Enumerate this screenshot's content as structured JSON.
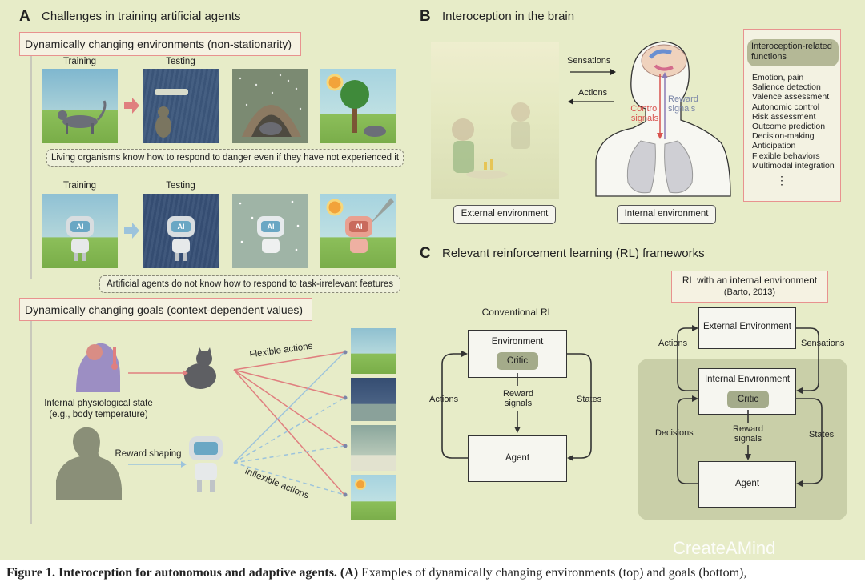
{
  "colors": {
    "panel_bg": "#e7ecc8",
    "pink": "#e8928f",
    "blue_arrow": "#9cc3dc",
    "red_arrow": "#e07f7f",
    "critic": "#a4ab8a",
    "rl_shade": "#c9cfa8"
  },
  "panel_a": {
    "letter": "A",
    "title": "Challenges in training artificial agents",
    "env_heading": "Dynamically changing environments (non-stationarity)",
    "training_label": "Training",
    "testing_label": "Testing",
    "note_organisms": "Living organisms know how to respond to danger even if they have not experienced it",
    "note_agents": "Artificial agents do not know how to respond to task-irrelevant features",
    "goals_heading": "Dynamically changing goals (context-dependent values)",
    "internal_state": "Internal physiological state",
    "internal_state_eg": "(e.g., body temperature)",
    "reward_shaping": "Reward shaping",
    "flexible": "Flexible actions",
    "inflexible": "Inflexible actions",
    "ai_badge": "AI"
  },
  "panel_b": {
    "letter": "B",
    "title": "Interoception in the brain",
    "sensations": "Sensations",
    "actions": "Actions",
    "control_signals": "Control signals",
    "reward_signals": "Reward signals",
    "external_env": "External environment",
    "internal_env": "Internal environment",
    "functions_heading": "Interoception-related functions",
    "functions": [
      "Emotion, pain",
      "Salience detection",
      "Valence assessment",
      "Autonomic control",
      "Risk assessment",
      "Outcome prediction",
      "Decision-making",
      "Anticipation",
      "Flexible behaviors",
      "Multimodal integration"
    ],
    "ellipsis": "⋮"
  },
  "panel_c": {
    "letter": "C",
    "title": "Relevant reinforcement learning (RL) frameworks",
    "conventional": {
      "title": "Conventional RL",
      "environment": "Environment",
      "critic": "Critic",
      "reward": "Reward signals",
      "agent": "Agent",
      "actions": "Actions",
      "states": "States"
    },
    "internal": {
      "title": "RL with an internal environment",
      "cite": "(Barto, 2013)",
      "external_env": "External Environment",
      "internal_env": "Internal Environment",
      "critic": "Critic",
      "reward": "Reward signals",
      "agent": "Agent",
      "actions": "Actions",
      "sensations": "Sensations",
      "decisions": "Decisions",
      "states": "States"
    }
  },
  "watermark": "CreateAMind",
  "caption": {
    "bold": "Figure 1. Interoception for autonomous and adaptive agents. (A)",
    "rest": " Examples of dynamically changing environments (top) and goals (bottom),"
  }
}
